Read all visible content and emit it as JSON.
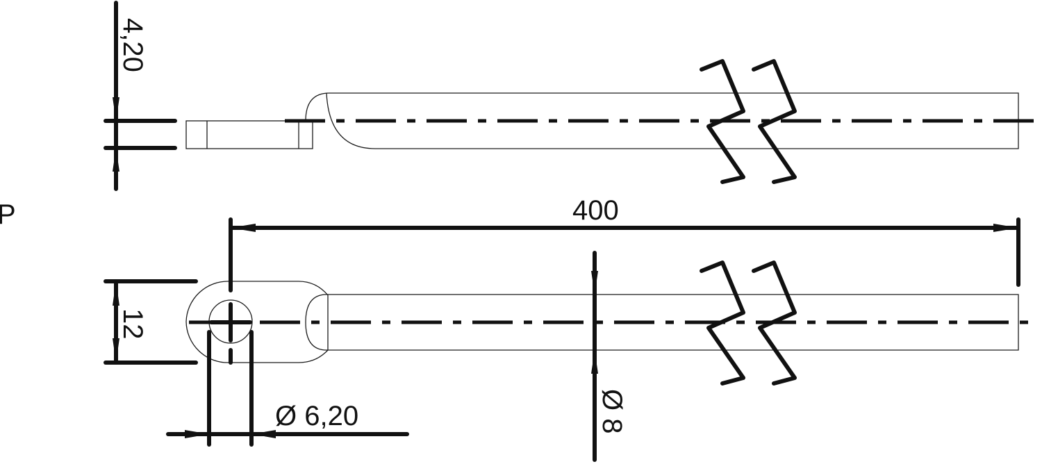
{
  "drawing": {
    "view_label": "P",
    "dimensions": {
      "thickness": "4,20",
      "length": "400",
      "width": "12",
      "hole_diameter": "Ø 6,20",
      "rod_diameter": "Ø 8"
    }
  }
}
